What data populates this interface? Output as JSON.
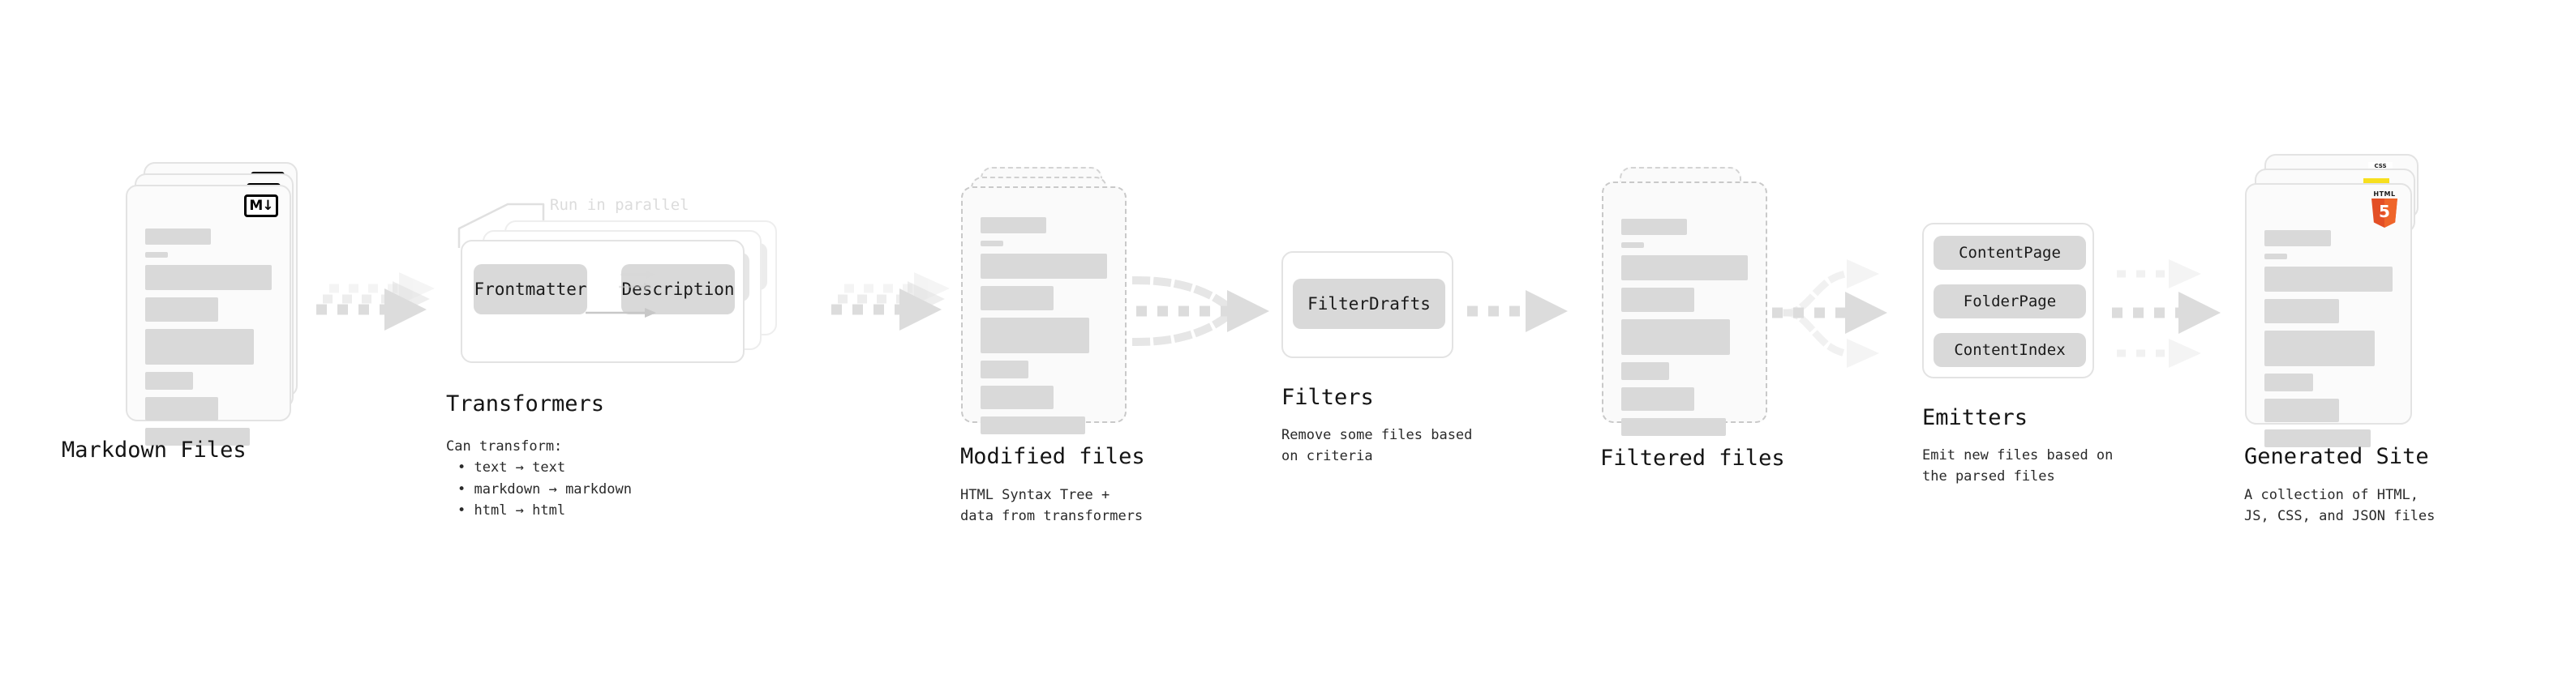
{
  "diagram": {
    "title_font_note": "monospace",
    "accent_colors": {
      "html5": "#e34f26",
      "js": "#f7df1e",
      "css": "#2965f1",
      "bar_gray": "#d9d9d9",
      "card_border": "#e3e3e3",
      "arrow_gray": "#d8d8d8"
    }
  },
  "stages": [
    {
      "key": "markdown_files",
      "title": "Markdown Files",
      "subtitle": "",
      "badge": "markdown-icon",
      "badge_text": "M↓"
    },
    {
      "key": "transformers",
      "title": "Transformers",
      "note": "Run in parallel",
      "pills": [
        "Frontmatter",
        "Description"
      ],
      "list_heading": "Can transform:",
      "list_items": [
        "text → text",
        "markdown → markdown",
        "html → html"
      ]
    },
    {
      "key": "modified_files",
      "title": "Modified files",
      "subtitle": "HTML Syntax Tree +\ndata from transformers"
    },
    {
      "key": "filters",
      "title": "Filters",
      "subtitle": "Remove some files based\non criteria",
      "pills": [
        "FilterDrafts"
      ]
    },
    {
      "key": "filtered_files",
      "title": "Filtered files",
      "subtitle": ""
    },
    {
      "key": "emitters",
      "title": "Emitters",
      "subtitle": "Emit new files based on\nthe parsed files",
      "pills": [
        "ContentPage",
        "FolderPage",
        "ContentIndex"
      ]
    },
    {
      "key": "generated_site",
      "title": "Generated Site",
      "subtitle": "A collection of HTML,\nJS, CSS, and JSON files",
      "badges": [
        "html5-icon",
        "js-icon",
        "css-icon"
      ],
      "badge_css_text": "CSS"
    }
  ]
}
